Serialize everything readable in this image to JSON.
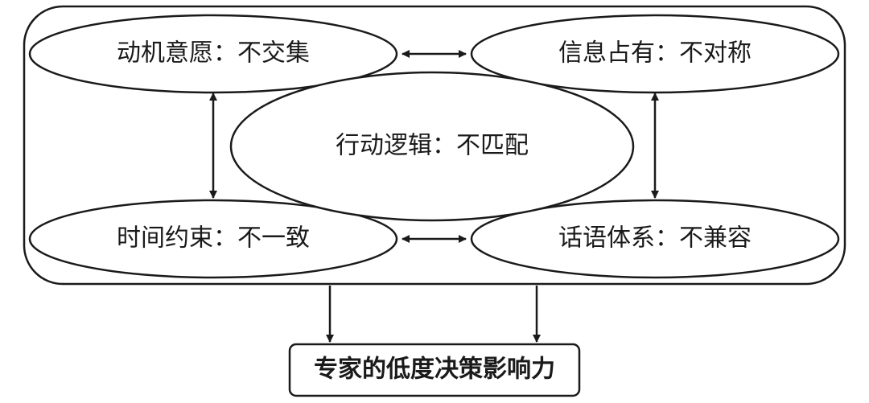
{
  "diagram": {
    "nodes": {
      "motivation": "动机意愿：不交集",
      "information": "信息占有：不对称",
      "logic": "行动逻辑：不匹配",
      "time": "时间约束：不一致",
      "discourse": "话语体系：不兼容",
      "outcome": "专家的低度决策影响力"
    },
    "edges": [
      {
        "from": "motivation",
        "to": "information",
        "direction": "both"
      },
      {
        "from": "motivation",
        "to": "time",
        "direction": "both"
      },
      {
        "from": "information",
        "to": "discourse",
        "direction": "both"
      },
      {
        "from": "time",
        "to": "discourse",
        "direction": "both"
      },
      {
        "from": "group",
        "to": "outcome",
        "direction": "forward"
      },
      {
        "from": "group",
        "to": "outcome",
        "direction": "forward"
      }
    ]
  }
}
